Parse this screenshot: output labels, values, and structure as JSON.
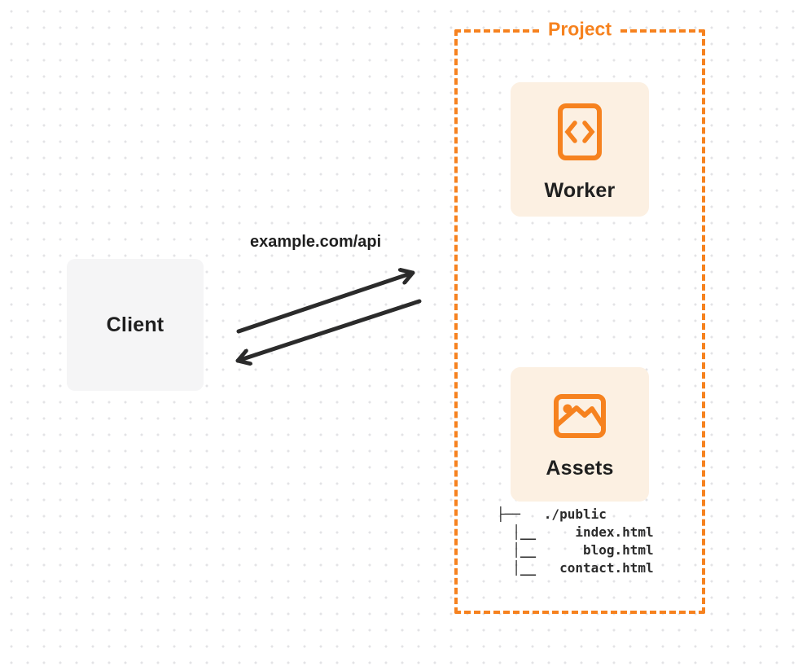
{
  "colors": {
    "accent_orange": "#f6821f",
    "card_cream": "#fcf0e2",
    "client_gray": "#f5f5f6",
    "ink": "#1f1f1f",
    "arrow": "#2b2b2b",
    "dot_grid": "#e3e3e6"
  },
  "client": {
    "label": "Client"
  },
  "connection": {
    "url_label": "example.com/api"
  },
  "project": {
    "label": "Project",
    "worker": {
      "label": "Worker",
      "icon": "code-file-icon"
    },
    "assets": {
      "label": "Assets",
      "icon": "image-icon"
    },
    "file_tree": {
      "root": "./public",
      "files": [
        "index.html",
        "blog.html",
        "contact.html"
      ],
      "lines": [
        "├──   ./public",
        "  │__     index.html",
        "  │__      blog.html",
        "  │__   contact.html"
      ]
    }
  }
}
